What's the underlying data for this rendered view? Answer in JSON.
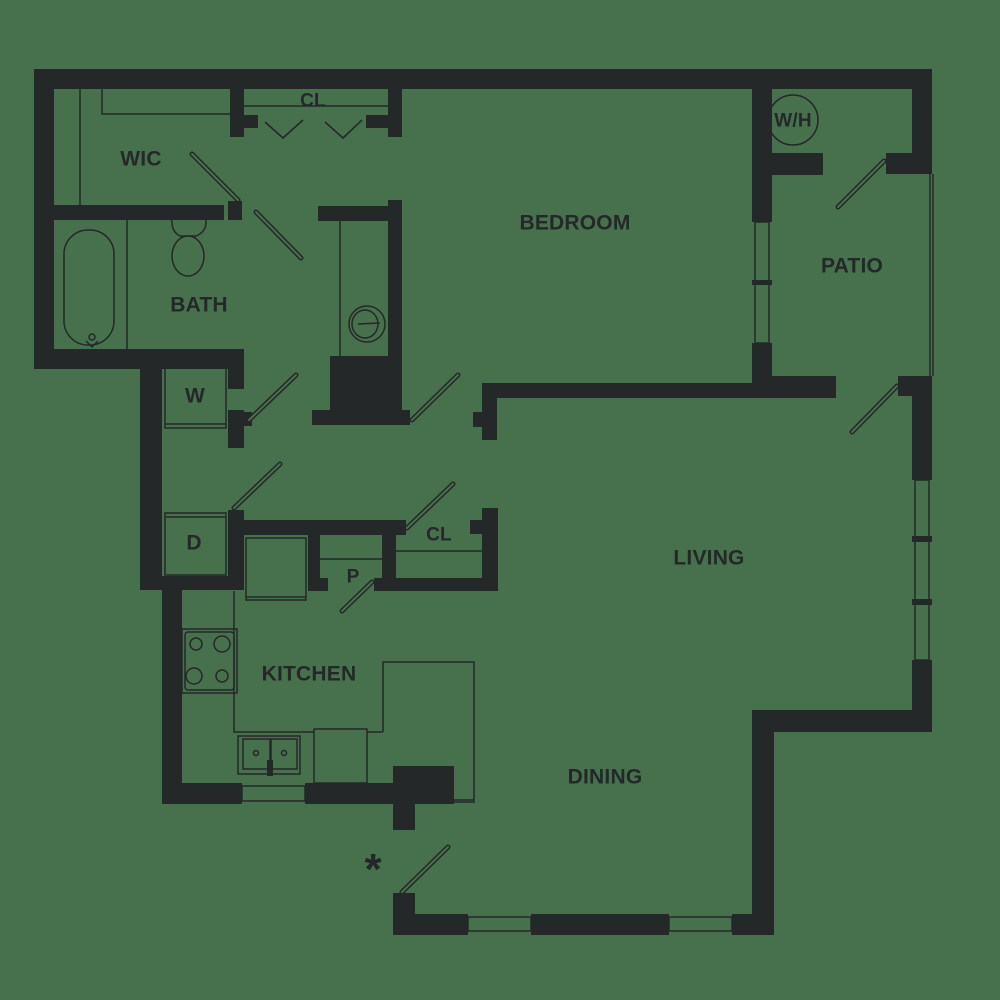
{
  "floorplan": {
    "colors": {
      "background": "#47704D",
      "walls": "#242828"
    },
    "rooms": {
      "wic": "WIC",
      "closet_top": "CL",
      "bedroom": "BEDROOM",
      "water_heater": "W/H",
      "patio": "PATIO",
      "bath": "BATH",
      "washer": "W",
      "dryer": "D",
      "pantry": "P",
      "closet_hall": "CL",
      "living": "LIVING",
      "kitchen": "KITCHEN",
      "dining": "DINING"
    },
    "entry_marker": "*"
  }
}
